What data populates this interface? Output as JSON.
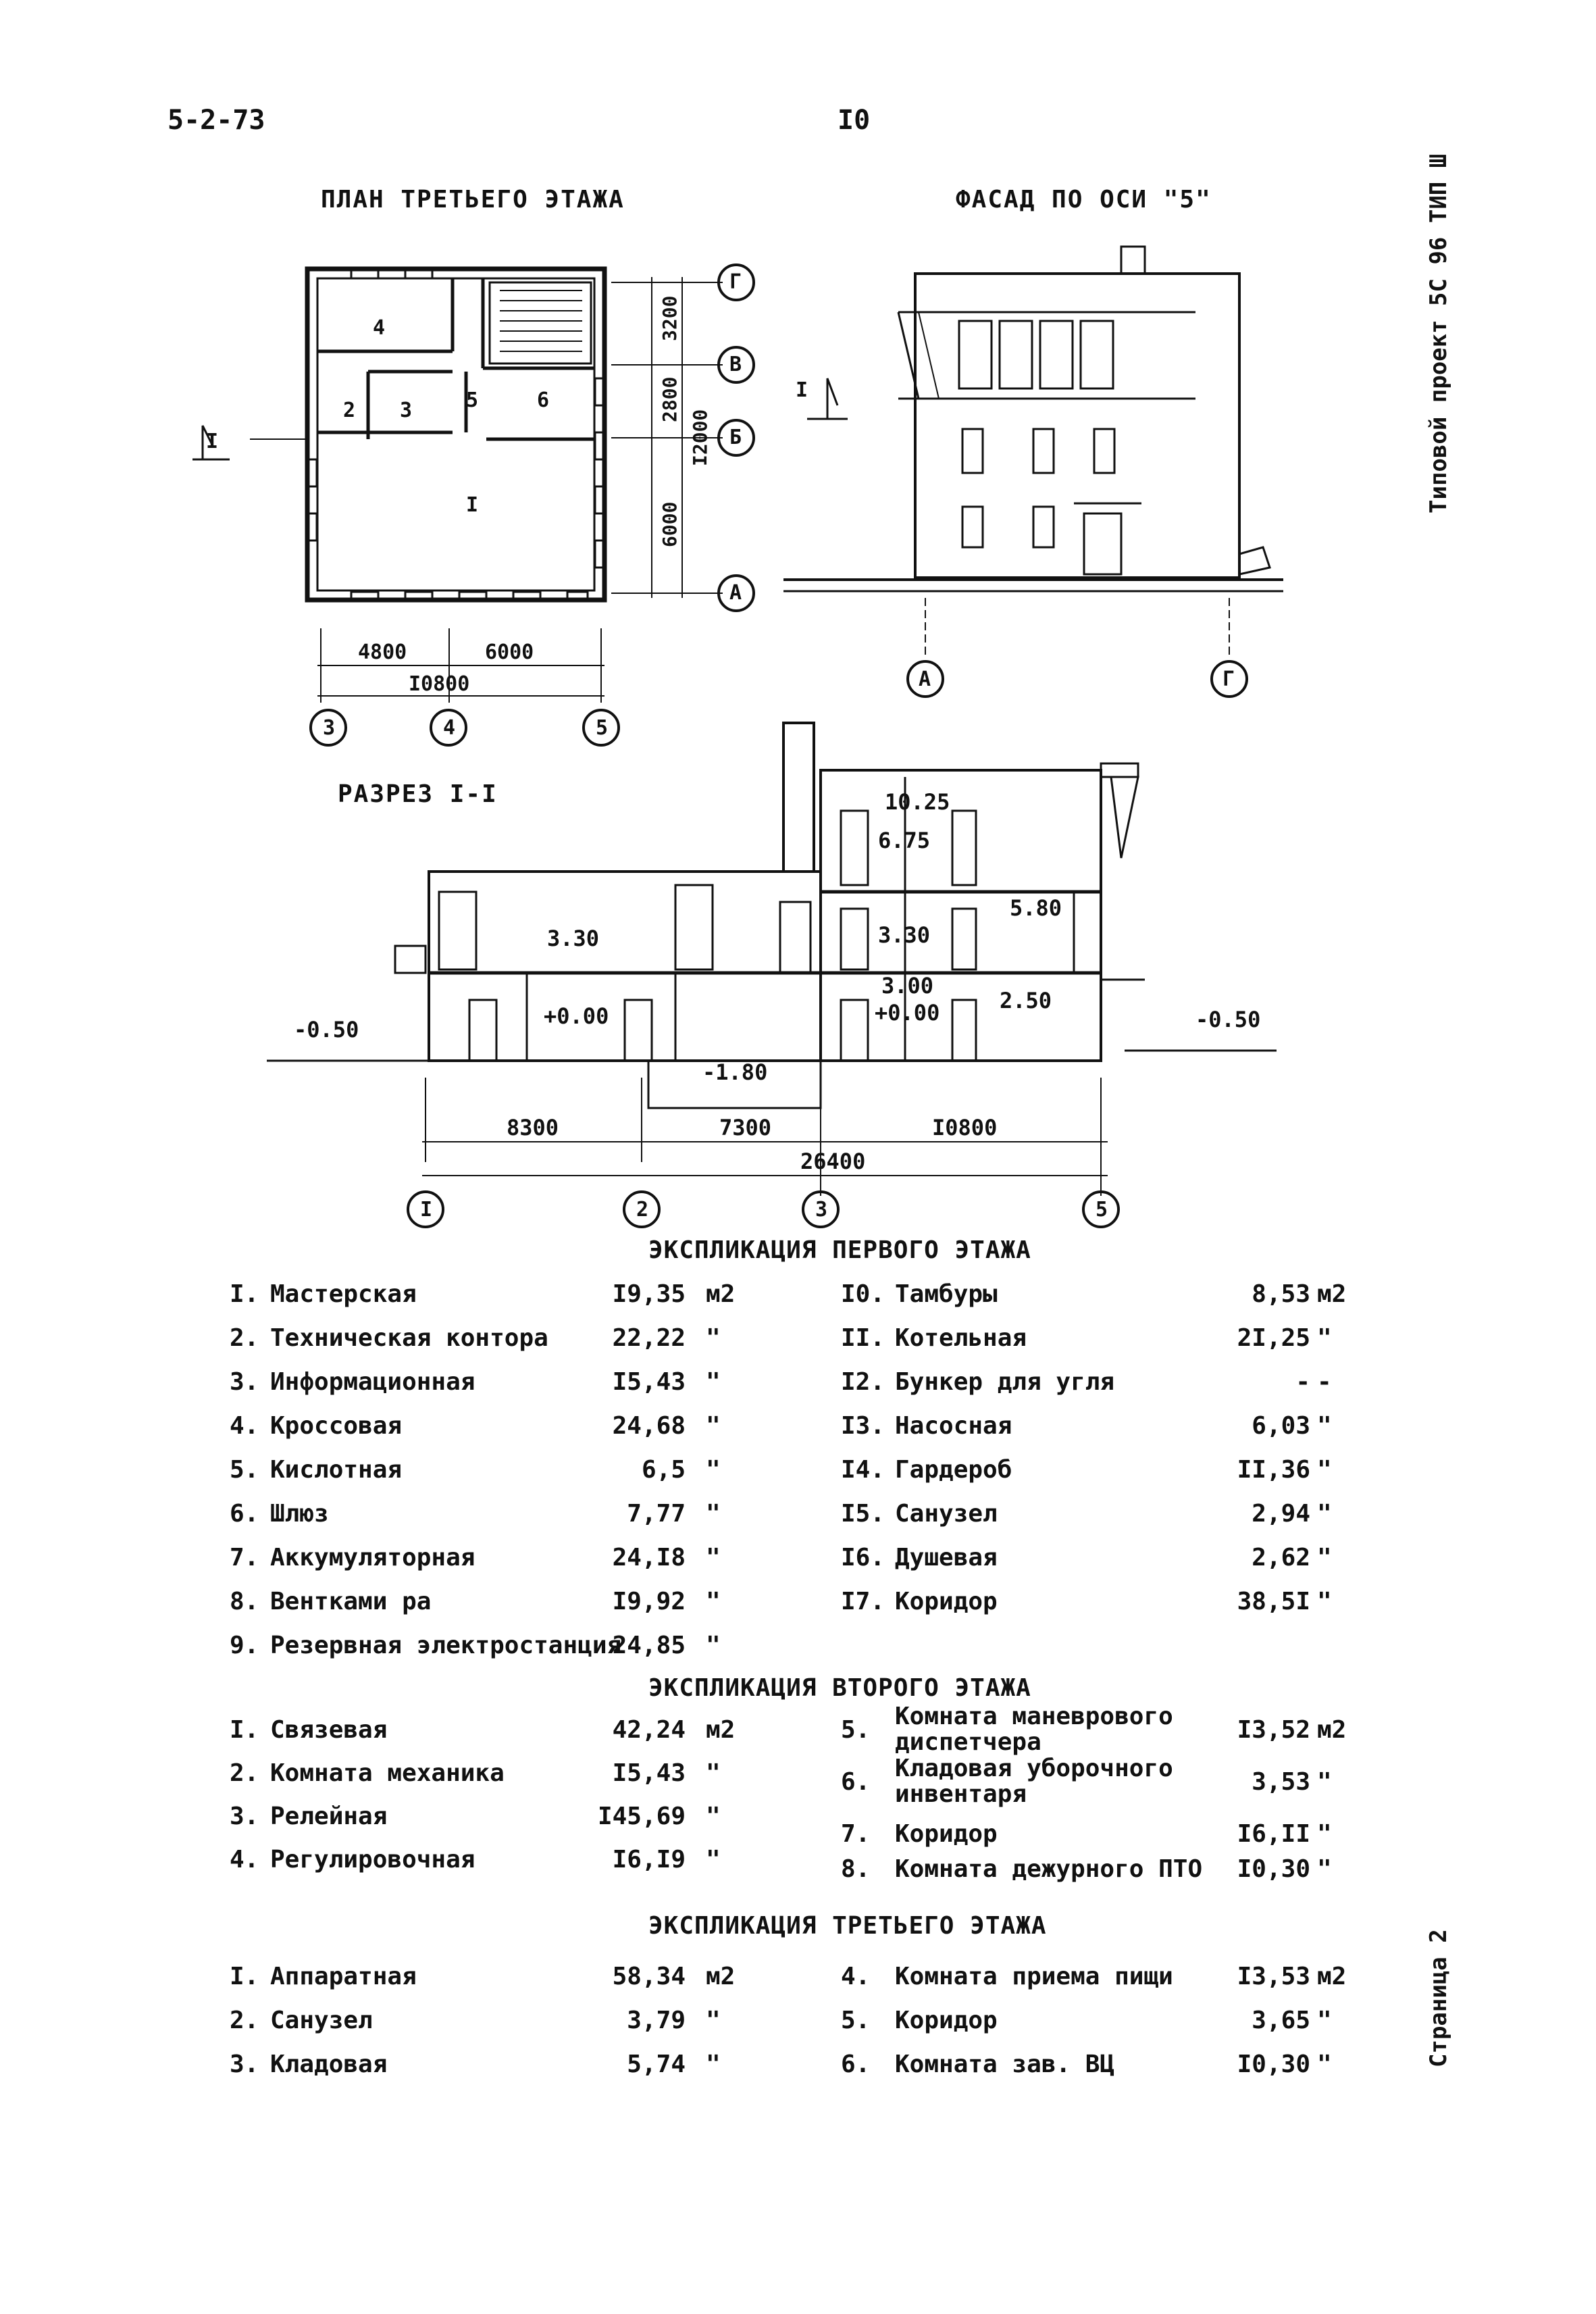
{
  "header": {
    "doc_code": "5-2-73",
    "page_num": "I0",
    "side_top": "Типовой проект 5С    96 ТИП Ш",
    "side_bottom": "Страница 2"
  },
  "titles": {
    "plan": "ПЛАН ТРЕТЬЕГО ЭТАЖА",
    "facade": "ФАСАД ПО ОСИ \"5\"",
    "section": "РАЗРЕЗ I-I"
  },
  "plan": {
    "room_labels": [
      "4",
      "2",
      "3",
      "5",
      "6",
      "I"
    ],
    "dims_bottom": [
      "4800",
      "6000",
      "I0800"
    ],
    "dims_right": [
      "3200",
      "2800",
      "6000",
      "I2000"
    ],
    "axes_bottom": [
      "3",
      "4",
      "5"
    ],
    "axes_right": [
      "Г",
      "В",
      "Б",
      "А"
    ],
    "cut_mark": "I"
  },
  "facade": {
    "axes": [
      "А",
      "Г"
    ],
    "cut_mark": "I"
  },
  "section": {
    "elevations": [
      "10.25",
      "6.75",
      "5.80",
      "3.30",
      "3.30",
      "3.00",
      "+0.00",
      "+0.00",
      "2.50",
      "-0.50",
      "-0.50",
      "-1.80"
    ],
    "dims": [
      "8300",
      "7300",
      "I0800",
      "26400"
    ],
    "axes": [
      "I",
      "2",
      "3",
      "5"
    ]
  },
  "explication": {
    "first_title": "ЭКСПЛИКАЦИЯ ПЕРВОГО ЭТАЖА",
    "first_left": [
      {
        "n": "I.",
        "name": "Мастерская",
        "area": "I9,35",
        "unit": "м2"
      },
      {
        "n": "2.",
        "name": "Техническая контора",
        "area": "22,22",
        "unit": "\""
      },
      {
        "n": "3.",
        "name": "Информационная",
        "area": "I5,43",
        "unit": "\""
      },
      {
        "n": "4.",
        "name": "Кроссовая",
        "area": "24,68",
        "unit": "\""
      },
      {
        "n": "5.",
        "name": "Кислотная",
        "area": "6,5",
        "unit": "\""
      },
      {
        "n": "6.",
        "name": "Шлюз",
        "area": "7,77",
        "unit": "\""
      },
      {
        "n": "7.",
        "name": "Аккумуляторная",
        "area": "24,I8",
        "unit": "\""
      },
      {
        "n": "8.",
        "name": "Вентками ра",
        "area": "I9,92",
        "unit": "\""
      },
      {
        "n": "9.",
        "name": "Резервная электростанция",
        "area": "24,85",
        "unit": "\""
      }
    ],
    "first_right": [
      {
        "n": "I0.",
        "name": "Тамбуры",
        "area": "8,53",
        "unit": "м2"
      },
      {
        "n": "II.",
        "name": "Котельная",
        "area": "2I,25",
        "unit": "\""
      },
      {
        "n": "I2.",
        "name": "Бункер для угля",
        "area": "-",
        "unit": "-"
      },
      {
        "n": "I3.",
        "name": "Насосная",
        "area": "6,03",
        "unit": "\""
      },
      {
        "n": "I4.",
        "name": "Гардероб",
        "area": "II,36",
        "unit": "\""
      },
      {
        "n": "I5.",
        "name": "Санузел",
        "area": "2,94",
        "unit": "\""
      },
      {
        "n": "I6.",
        "name": "Душевая",
        "area": "2,62",
        "unit": "\""
      },
      {
        "n": "I7.",
        "name": "Коридор",
        "area": "38,5I",
        "unit": "\""
      }
    ],
    "second_title": "ЭКСПЛИКАЦИЯ ВТОРОГО ЭТАЖА",
    "second_left": [
      {
        "n": "I.",
        "name": "Связевая",
        "area": "42,24",
        "unit": "м2"
      },
      {
        "n": "2.",
        "name": "Комната механика",
        "area": "I5,43",
        "unit": "\""
      },
      {
        "n": "3.",
        "name": "Релейная",
        "area": "I45,69",
        "unit": "\""
      },
      {
        "n": "4.",
        "name": "Регулировочная",
        "area": "I6,I9",
        "unit": "\""
      }
    ],
    "second_right": [
      {
        "n": "5.",
        "name": "Комната маневрового",
        "name2": "диспетчера",
        "area": "I3,52",
        "unit": "м2"
      },
      {
        "n": "6.",
        "name": "Кладовая уборочного",
        "name2": "инвентаря",
        "area": "3,53",
        "unit": "\""
      },
      {
        "n": "7.",
        "name": "Коридор",
        "area": "I6,II",
        "unit": "\""
      },
      {
        "n": "8.",
        "name": "Комната дежурного ПТО",
        "area": "I0,30",
        "unit": "\""
      }
    ],
    "third_title": "ЭКСПЛИКАЦИЯ ТРЕТЬЕГО ЭТАЖА",
    "third_left": [
      {
        "n": "I.",
        "name": "Аппаратная",
        "area": "58,34",
        "unit": "м2"
      },
      {
        "n": "2.",
        "name": "Санузел",
        "area": "3,79",
        "unit": "\""
      },
      {
        "n": "3.",
        "name": "Кладовая",
        "area": "5,74",
        "unit": "\""
      }
    ],
    "third_right": [
      {
        "n": "4.",
        "name": "Комната приема пищи",
        "area": "I3,53",
        "unit": "м2"
      },
      {
        "n": "5.",
        "name": "Коридор",
        "area": "3,65",
        "unit": "\""
      },
      {
        "n": "6.",
        "name": "Комната зав. ВЦ",
        "area": "I0,30",
        "unit": "\""
      }
    ]
  }
}
